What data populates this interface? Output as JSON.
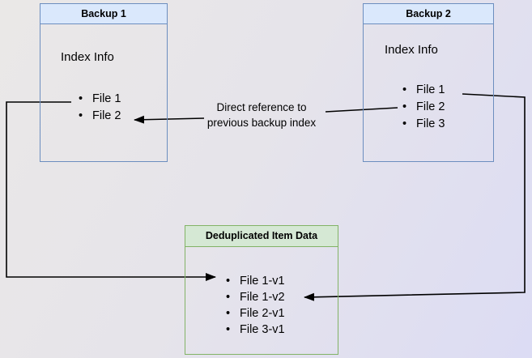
{
  "nodes": {
    "backup1": {
      "title": "Backup 1",
      "section": "Index Info",
      "items": [
        "File 1",
        "File 2"
      ]
    },
    "backup2": {
      "title": "Backup 2",
      "section": "Index Info",
      "items": [
        "File 1",
        "File 2",
        "File 3"
      ]
    },
    "dedup": {
      "title": "Deduplicated Item Data",
      "items": [
        "File 1-v1",
        "File 1-v2",
        "File 2-v1",
        "File 3-v1"
      ]
    }
  },
  "edges": {
    "direct_reference": {
      "label_line1": "Direct reference to",
      "label_line2": "previous backup index"
    }
  },
  "colors": {
    "blue_node_header_fill": "#dae8fc",
    "blue_node_border": "#6c8ebf",
    "green_node_header_fill": "#d5e8d4",
    "green_node_border": "#82b366",
    "arrow": "#000000",
    "text": "#000000",
    "background_top_left": "#eae8e7",
    "background_bottom_right": "#dcdcf4"
  }
}
